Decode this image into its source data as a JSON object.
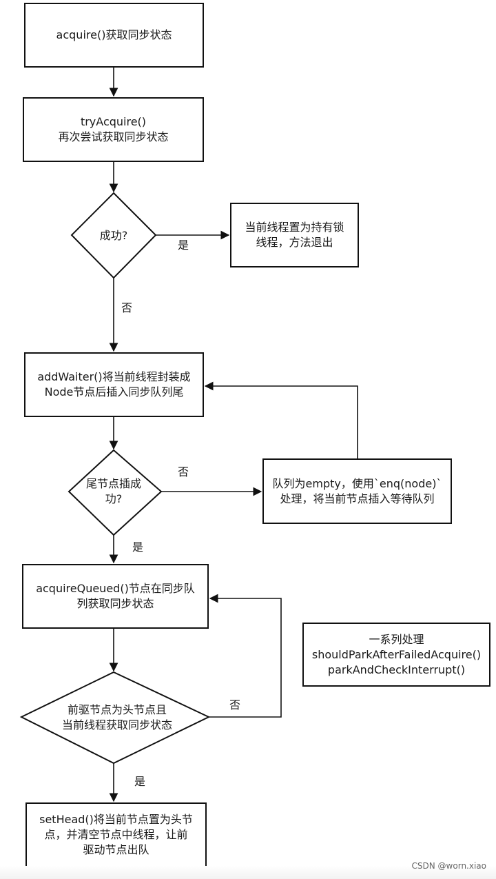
{
  "nodes": {
    "acquire": "acquire()获取同步状态",
    "try_acquire": "tryAcquire()\n再次尝试获取同步状态",
    "success_decision": "成功?",
    "set_owner": "当前线程置为持有锁\n线程，方法退出",
    "add_waiter": "addWaiter()将当前线程封装成\nNode节点后插入同步队列尾",
    "tail_insert_decision": "尾节点插成\n功?",
    "enq": "队列为empty，使用`enq(node)`\n处理，将当前节点插入等待队列",
    "acquire_queued": "acquireQueued()节点在同步队\n列获取同步状态",
    "series_handling": "一系列处理\nshouldParkAfterFailedAcquire()\nparkAndCheckInterrupt()",
    "predecessor_decision": "前驱节点为头节点且\n当前线程获取同步状态",
    "set_head": "setHead()将当前节点置为头节\n点，并清空节点中线程，让前\n驱动节点出队"
  },
  "edge_labels": {
    "success_yes": "是",
    "success_no": "否",
    "tail_no": "否",
    "tail_yes": "是",
    "pred_no": "否",
    "pred_yes": "是"
  },
  "watermark": "CSDN @worn.xiao"
}
